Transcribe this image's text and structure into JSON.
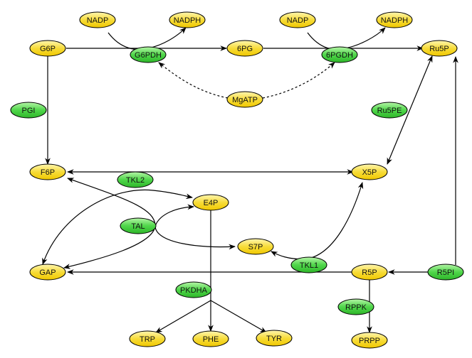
{
  "metabolites": {
    "nadp1": "NADP",
    "nadph1": "NADPH",
    "nadp2": "NADP",
    "nadph2": "NADPH",
    "g6p": "G6P",
    "pg6": "6PG",
    "ru5p": "Ru5P",
    "mgatp": "MgATP",
    "f6p": "F6P",
    "x5p": "X5P",
    "e4p": "E4P",
    "s7p": "S7P",
    "gap": "GAP",
    "r5p": "R5P",
    "trp": "TRP",
    "phe": "PHE",
    "tyr": "TYR",
    "prpp": "PRPP"
  },
  "enzymes": {
    "g6pdh": "G6PDH",
    "pgdh": "6PGDH",
    "pgi": "PGI",
    "ru5pe": "Ru5PE",
    "tkl2": "TKL2",
    "tal": "TAL",
    "tkl1": "TKL1",
    "r5pi": "R5PI",
    "pkdha": "PKDHA",
    "rppk": "RPPK"
  },
  "colors": {
    "metabolite": "#f7dc3a",
    "enzyme": "#4fd64a",
    "edge": "#000000"
  }
}
